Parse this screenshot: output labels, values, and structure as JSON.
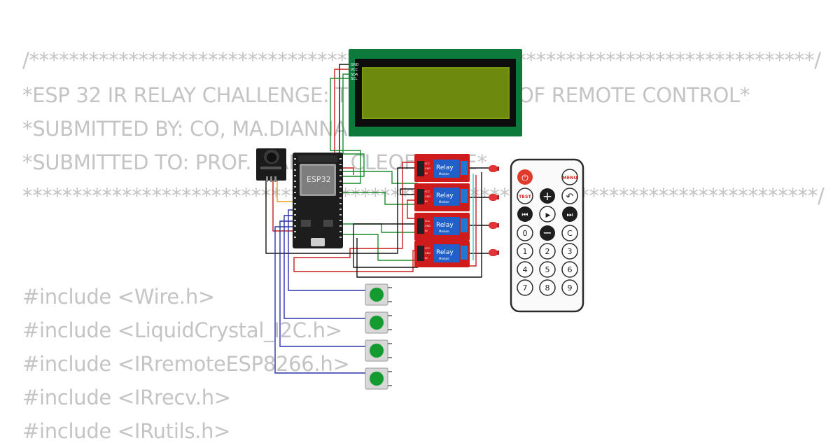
{
  "code_lines": [
    "/*******************************************************************************/",
    "*ESP 32 IR RELAY CHALLENGE: TEST THE POWER OF REMOTE CONTROL*",
    "*SUBMITTED BY: CO, MA.DIANNA LOU",
    "*SUBMITTED TO: PROF. MARIA T. CLEOFE TITE*",
    "********************************************************************************/",
    "#include <Wire.h>",
    "#include <LiquidCrystal_I2C.h>",
    "#include <IRremoteESP8266.h>",
    "#include <IRrecv.h>",
    "#include <IRutils.h>"
  ],
  "esp32": {
    "label": "ESP32"
  },
  "lcd": {
    "pins": [
      "GND",
      "VCC",
      "SDA",
      "SCL"
    ]
  },
  "relays": [
    {
      "label": "Relay",
      "sub": "Module"
    },
    {
      "label": "Relay",
      "sub": "Module"
    },
    {
      "label": "Relay",
      "sub": "Module"
    },
    {
      "label": "Relay",
      "sub": "Module"
    }
  ],
  "relay_pins": [
    "VCC",
    "GND",
    "IN"
  ],
  "remote": {
    "power": "⏻",
    "menu": "MENU",
    "test": "TEST",
    "plus": "+",
    "back": "↶",
    "prev": "⏮",
    "play": "▶",
    "next": "⏭",
    "zero": "0",
    "minus": "−",
    "clear": "C",
    "digits": [
      "1",
      "2",
      "3",
      "4",
      "5",
      "6",
      "7",
      "8",
      "9"
    ]
  },
  "colors": {
    "lcd_board": "#0b7a3a",
    "lcd_screen": "#7a9a12",
    "relay_board": "#cf1b1b",
    "relay_box": "#2160c8",
    "esp_board": "#1d1d1d",
    "button_cap": "#139a30",
    "led": "#e23434",
    "code_text": "#c4c4c4",
    "power_button": "#e03a2b"
  }
}
